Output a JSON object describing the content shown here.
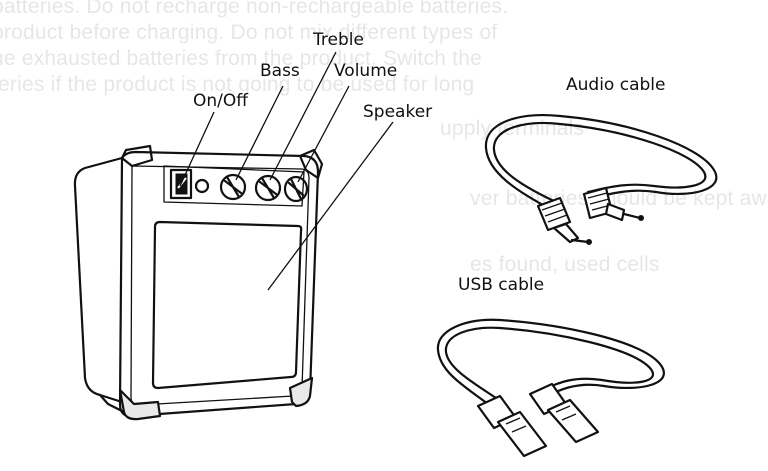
{
  "bleed_through_lines": [
    "batteries. Do not recharge non-rechargeable batteries.",
    "product before charging. Do not mix different types of",
    "ue exhausted batteries from the product. Switch the",
    "teries if the product is not going to be used for long",
    "upply terminals",
    "ver batteries should be kept away from heating",
    "es found, used cells"
  ],
  "labels": {
    "on_off": "On/Off",
    "bass": "Bass",
    "treble": "Treble",
    "volume": "Volume",
    "speaker": "Speaker",
    "audio_cable": "Audio cable",
    "usb_cable": "USB cable"
  }
}
